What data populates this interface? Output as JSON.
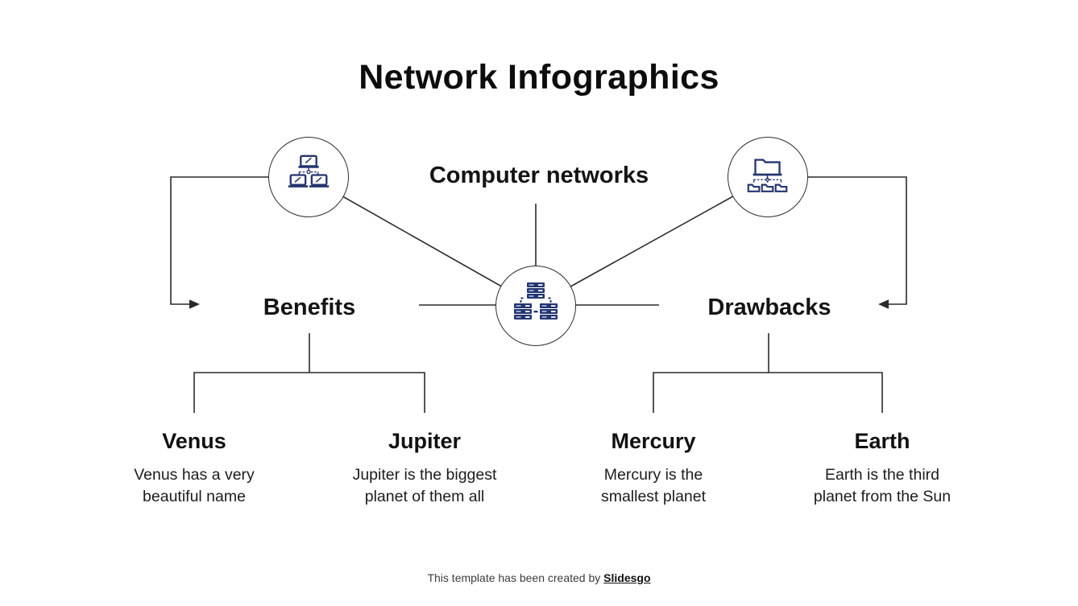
{
  "slide": {
    "title": "Network Infographics",
    "root": {
      "label": "Computer networks"
    },
    "branches": [
      {
        "label": "Benefits"
      },
      {
        "label": "Drawbacks"
      }
    ],
    "leaves": [
      {
        "title": "Venus",
        "description": "Venus has a very beautiful name"
      },
      {
        "title": "Jupiter",
        "description": "Jupiter is the biggest planet of them all"
      },
      {
        "title": "Mercury",
        "description": "Mercury is the smallest planet"
      },
      {
        "title": "Earth",
        "description": "Earth is the third planet from the Sun"
      }
    ],
    "icons": [
      {
        "name": "laptop-network-icon"
      },
      {
        "name": "folder-share-icon"
      },
      {
        "name": "server-network-icon"
      }
    ],
    "footer": {
      "text": "This template has been created by ",
      "brand": "Slidesgo"
    },
    "colors": {
      "icon_navy": "#24356e",
      "icon_accent": "#8fa8d8",
      "line": "#2a2a2a",
      "text": "#0d0d0d",
      "background": "#ffffff"
    }
  }
}
